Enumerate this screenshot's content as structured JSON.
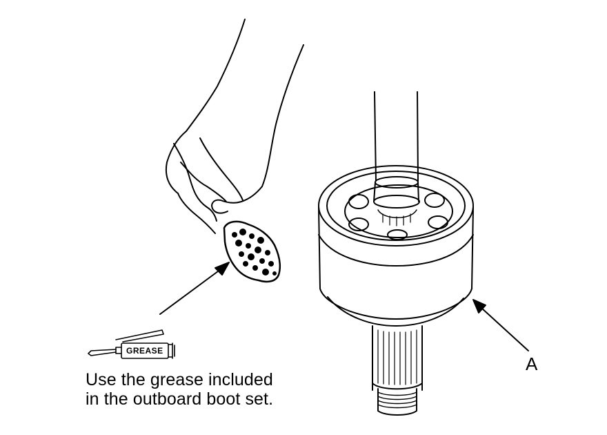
{
  "labels": {
    "part_a": "A",
    "grease_tube": "GREASE"
  },
  "caption": {
    "line1": "Use the grease included",
    "line2": "in the outboard boot set."
  }
}
